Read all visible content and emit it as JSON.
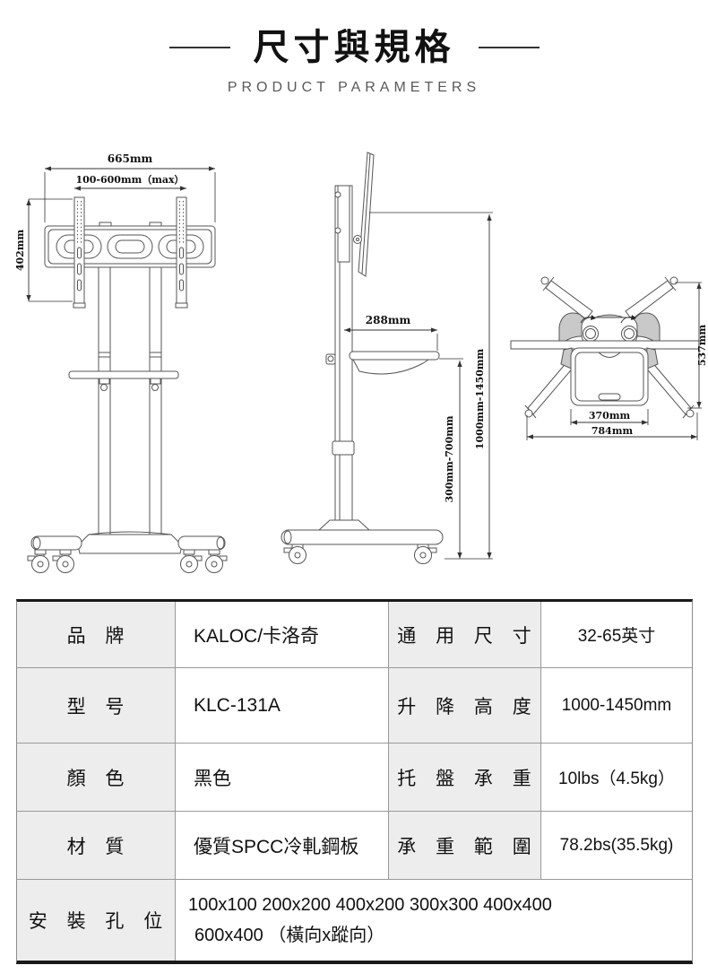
{
  "header": {
    "title": "尺寸與規格",
    "subtitle": "PRODUCT PARAMETERS"
  },
  "drawings": {
    "front_view": {
      "total_width": "665mm",
      "bracket_width_range": "100-600mm（max）",
      "bracket_height": "402mm"
    },
    "side_view": {
      "tray_depth": "288mm",
      "tray_height_range": "300mm-700mm",
      "overall_height_range": "1000mm-1450mm"
    },
    "top_view": {
      "tray_width": "370mm",
      "base_width": "784mm",
      "base_depth": "537mm"
    }
  },
  "table": {
    "rows": [
      {
        "label_left": "品 牌",
        "value_left": "KALOC/卡洛奇",
        "label_right": "通 用 尺 寸",
        "value_right": "32-65英寸"
      },
      {
        "label_left": "型 号",
        "value_left": "KLC-131A",
        "label_right": "升 降 高 度",
        "value_right": "1000-1450mm"
      },
      {
        "label_left": "顏 色",
        "value_left": "黑色",
        "label_right": "托 盤 承 重",
        "value_right": "10lbs（4.5kg）"
      },
      {
        "label_left": "材 質",
        "value_left": "優質SPCC冷軋鋼板",
        "label_right": "承 重 範 圍",
        "value_right": "78.2bs(35.5kg)"
      }
    ],
    "mount_row": {
      "label": "安 裝 孔 位",
      "value_line1": "100x100 200x200 400x200 300x300 400x400",
      "value_line2": "600x400 （橫向x蹤向）"
    }
  },
  "colors": {
    "label_cell_bg": "#ededee",
    "table_border": "#999999",
    "heavy_border": "#1a1a1a",
    "line_art": "#555555",
    "title_text": "#111111",
    "subtitle_text": "#595959"
  }
}
